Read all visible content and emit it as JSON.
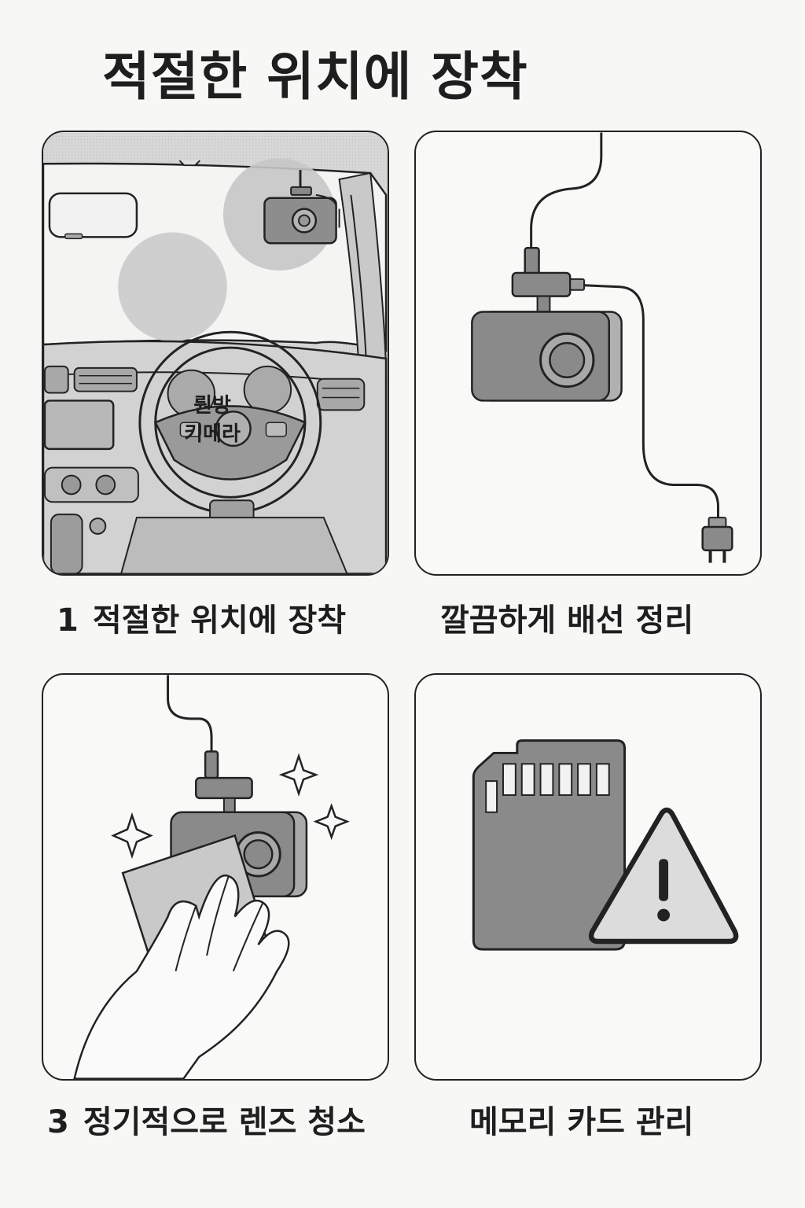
{
  "page": {
    "title": "적절한 위치에 장착"
  },
  "panels": [
    {
      "caption_number": "1",
      "caption_text": "적절한 위치에 장착",
      "bubble_line1": "뤈방",
      "bubble_line2": "키메라",
      "illustration": "car-interior-with-dashcam"
    },
    {
      "caption_number": "",
      "caption_text": "깔끔하게 배선 정리",
      "illustration": "dashcam-with-cable"
    },
    {
      "caption_number": "3",
      "caption_text": "정기적으로 렌즈 청소",
      "illustration": "hand-cleaning-lens"
    },
    {
      "caption_number": "",
      "caption_text": "메모리 카드 관리",
      "illustration": "sd-card-warning"
    }
  ],
  "icons": [
    "dashcam-icon",
    "plug-icon",
    "sparkle-icon",
    "hand-icon",
    "sd-card-icon",
    "warning-icon"
  ],
  "colors": {
    "background": "#f7f7f5",
    "line": "#222222",
    "device_fill": "#8a8a8a",
    "bubble_fill": "#cfcfcf"
  }
}
